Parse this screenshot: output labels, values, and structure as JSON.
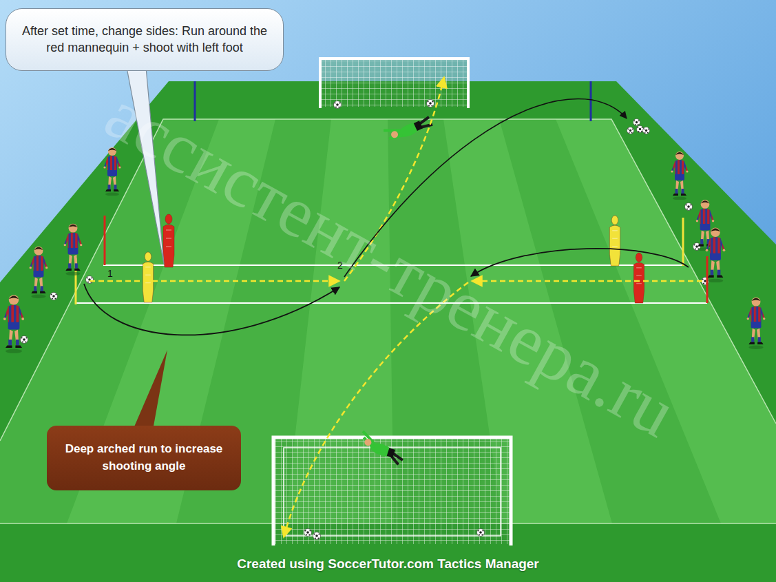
{
  "diagram": {
    "caption": "Created using SoccerTutor.com Tactics Manager",
    "nodes": [
      {
        "text": [
          "After set time, change sides: Run around the red mannequin + shoot with left foot"
        ]
      },
      {
        "text": [
          "Deep arched run to increase shooting angle"
        ]
      }
    ],
    "labels": [
      "1",
      "2",
      "ассистент-тренера.ru"
    ]
  }
}
